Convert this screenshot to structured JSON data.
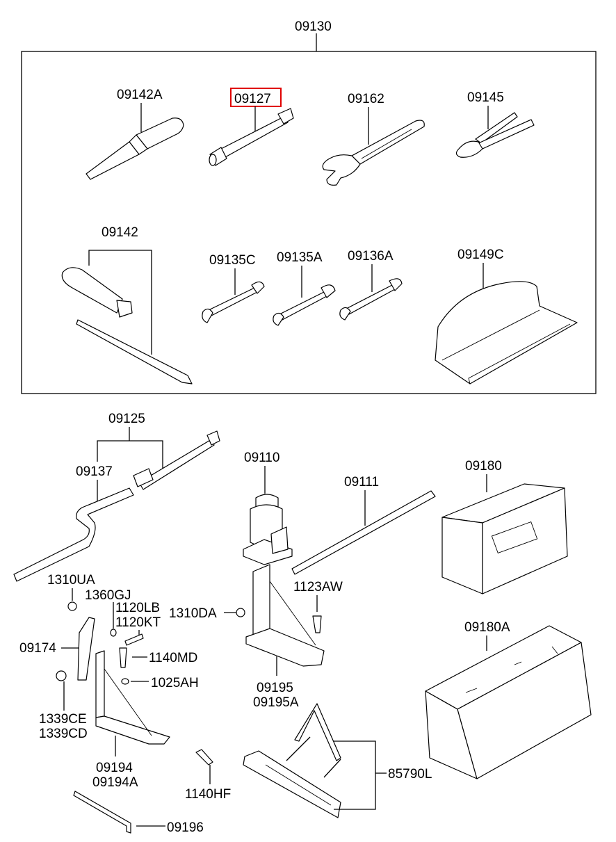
{
  "diagram": {
    "colors": {
      "line": "#000000",
      "highlight": "#e00000",
      "background": "#ffffff"
    },
    "highlighted_part": "09127",
    "group_label": "09130",
    "labels": {
      "p09130": "09130",
      "p09142A": "09142A",
      "p09127": "09127",
      "p09162": "09162",
      "p09145": "09145",
      "p09142": "09142",
      "p09135C": "09135C",
      "p09135A": "09135A",
      "p09136A": "09136A",
      "p09149C": "09149C",
      "p09125": "09125",
      "p09137": "09137",
      "p09110": "09110",
      "p09111": "09111",
      "p09180": "09180",
      "p1310UA": "1310UA",
      "p1360GJ": "1360GJ",
      "p1120LB": "1120LB",
      "p1120KT": "1120KT",
      "p1310DA": "1310DA",
      "p1123AW": "1123AW",
      "p09174": "09174",
      "p1140MD": "1140MD",
      "p1025AH": "1025AH",
      "p09195": "09195",
      "p09195A": "09195A",
      "p09180A": "09180A",
      "p1339CE": "1339CE",
      "p1339CD": "1339CD",
      "p09194": "09194",
      "p09194A": "09194A",
      "p1140HF": "1140HF",
      "p85790L": "85790L",
      "p09196": "09196"
    }
  }
}
